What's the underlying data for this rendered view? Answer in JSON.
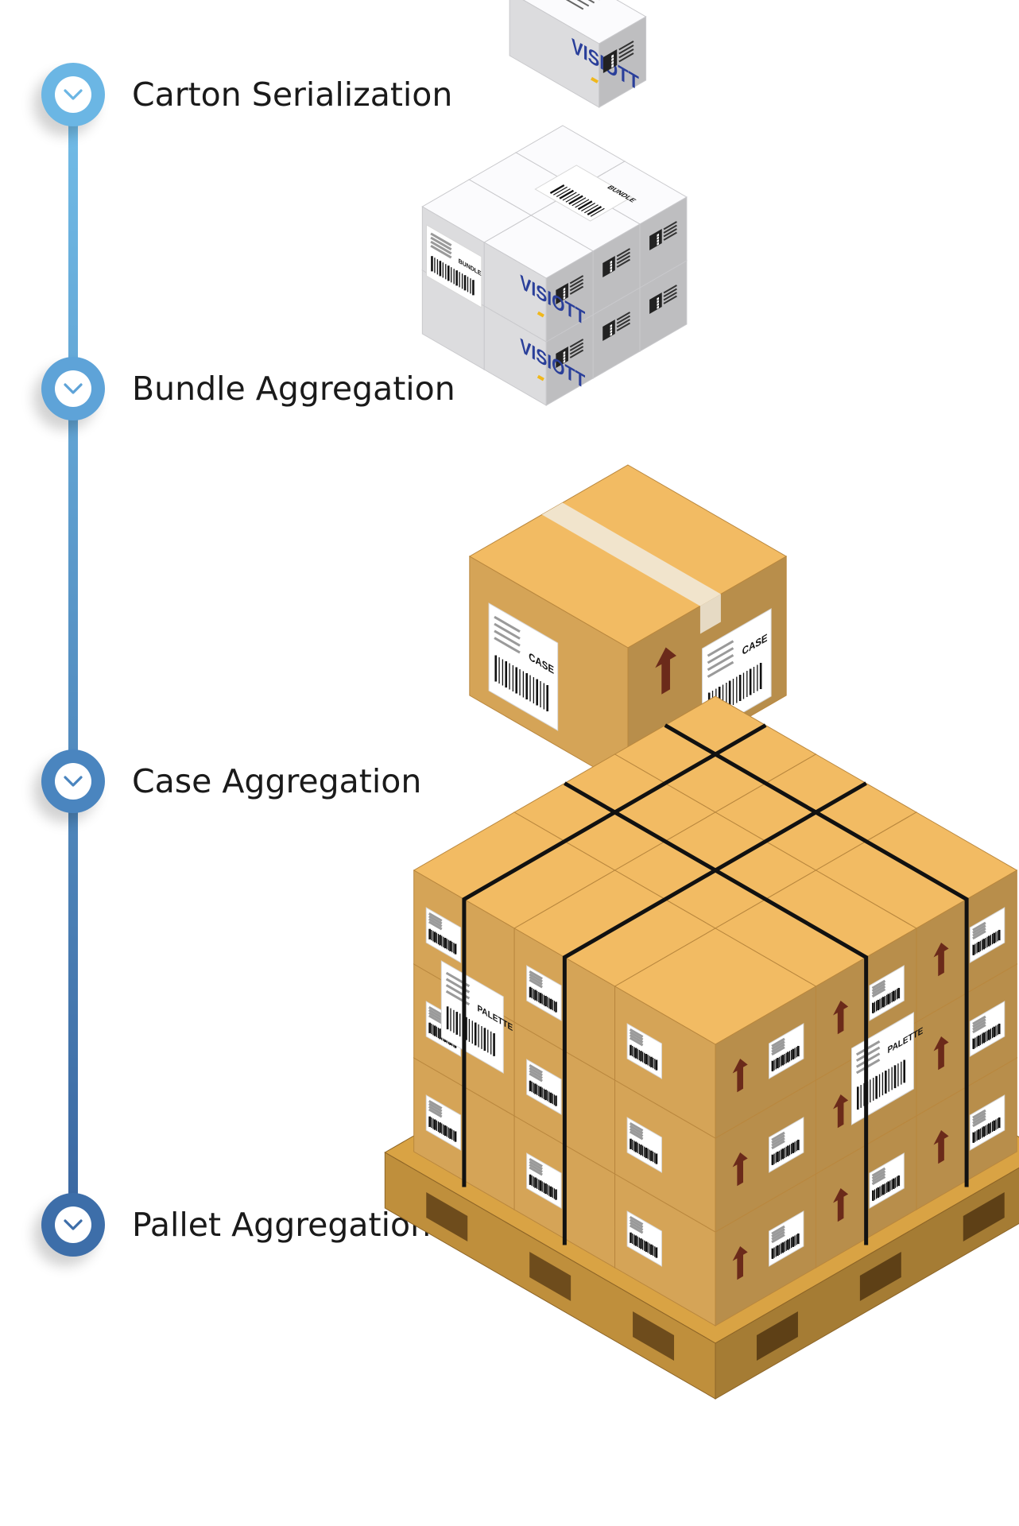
{
  "steps": [
    {
      "label": "Carton Serialization",
      "color": "#6bb6e4"
    },
    {
      "label": "Bundle Aggregation",
      "color": "#5ea3d8"
    },
    {
      "label": "Case Aggregation",
      "color": "#4a85bf"
    },
    {
      "label": "Pallet Aggregation",
      "color": "#3d6ea9"
    }
  ],
  "icons": {
    "step_node": "chevron-down-icon"
  },
  "box_labels": {
    "brand": "VISIOTT",
    "bundle": "BUNDLE",
    "case": "CASE",
    "pallet": "PALETTE"
  },
  "colors": {
    "line_top": "#72bde8",
    "line_bottom": "#3a66a0",
    "carton": "#e8e8ea",
    "cardboard": "#e0ad5c",
    "strap": "#111111",
    "arrow": "#6b2a1a",
    "wood": "#c9973f"
  }
}
